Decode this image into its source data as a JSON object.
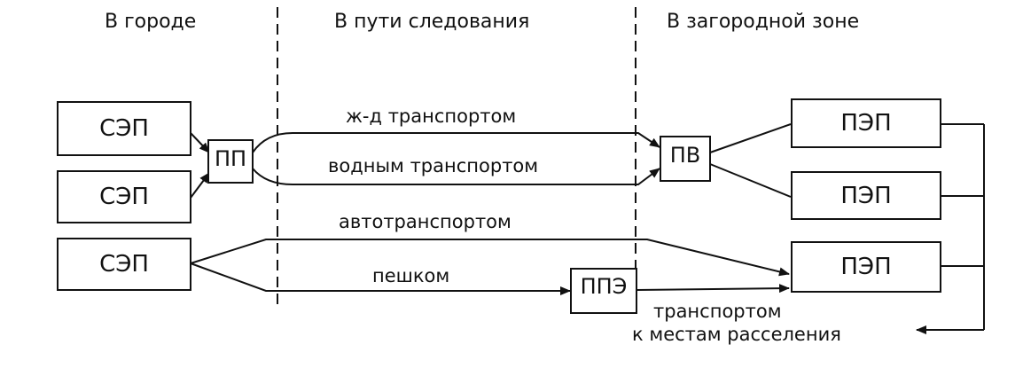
{
  "zones": {
    "city": "В городе",
    "transit": "В пути следования",
    "suburb": "В загородной зоне"
  },
  "nodes": {
    "sep1": "СЭП",
    "sep2": "СЭП",
    "sep3": "СЭП",
    "pp": "ПП",
    "pv": "ПВ",
    "ppe": "ППЭ",
    "pep1": "ПЭП",
    "pep2": "ПЭП",
    "pep3": "ПЭП"
  },
  "routes": {
    "rail": "ж-д  транспортом",
    "water": "водным транспортом",
    "auto": "автотранспортом",
    "foot": "пешком"
  },
  "tail": {
    "line1": "транспортом",
    "line2": "к местам расселения"
  }
}
